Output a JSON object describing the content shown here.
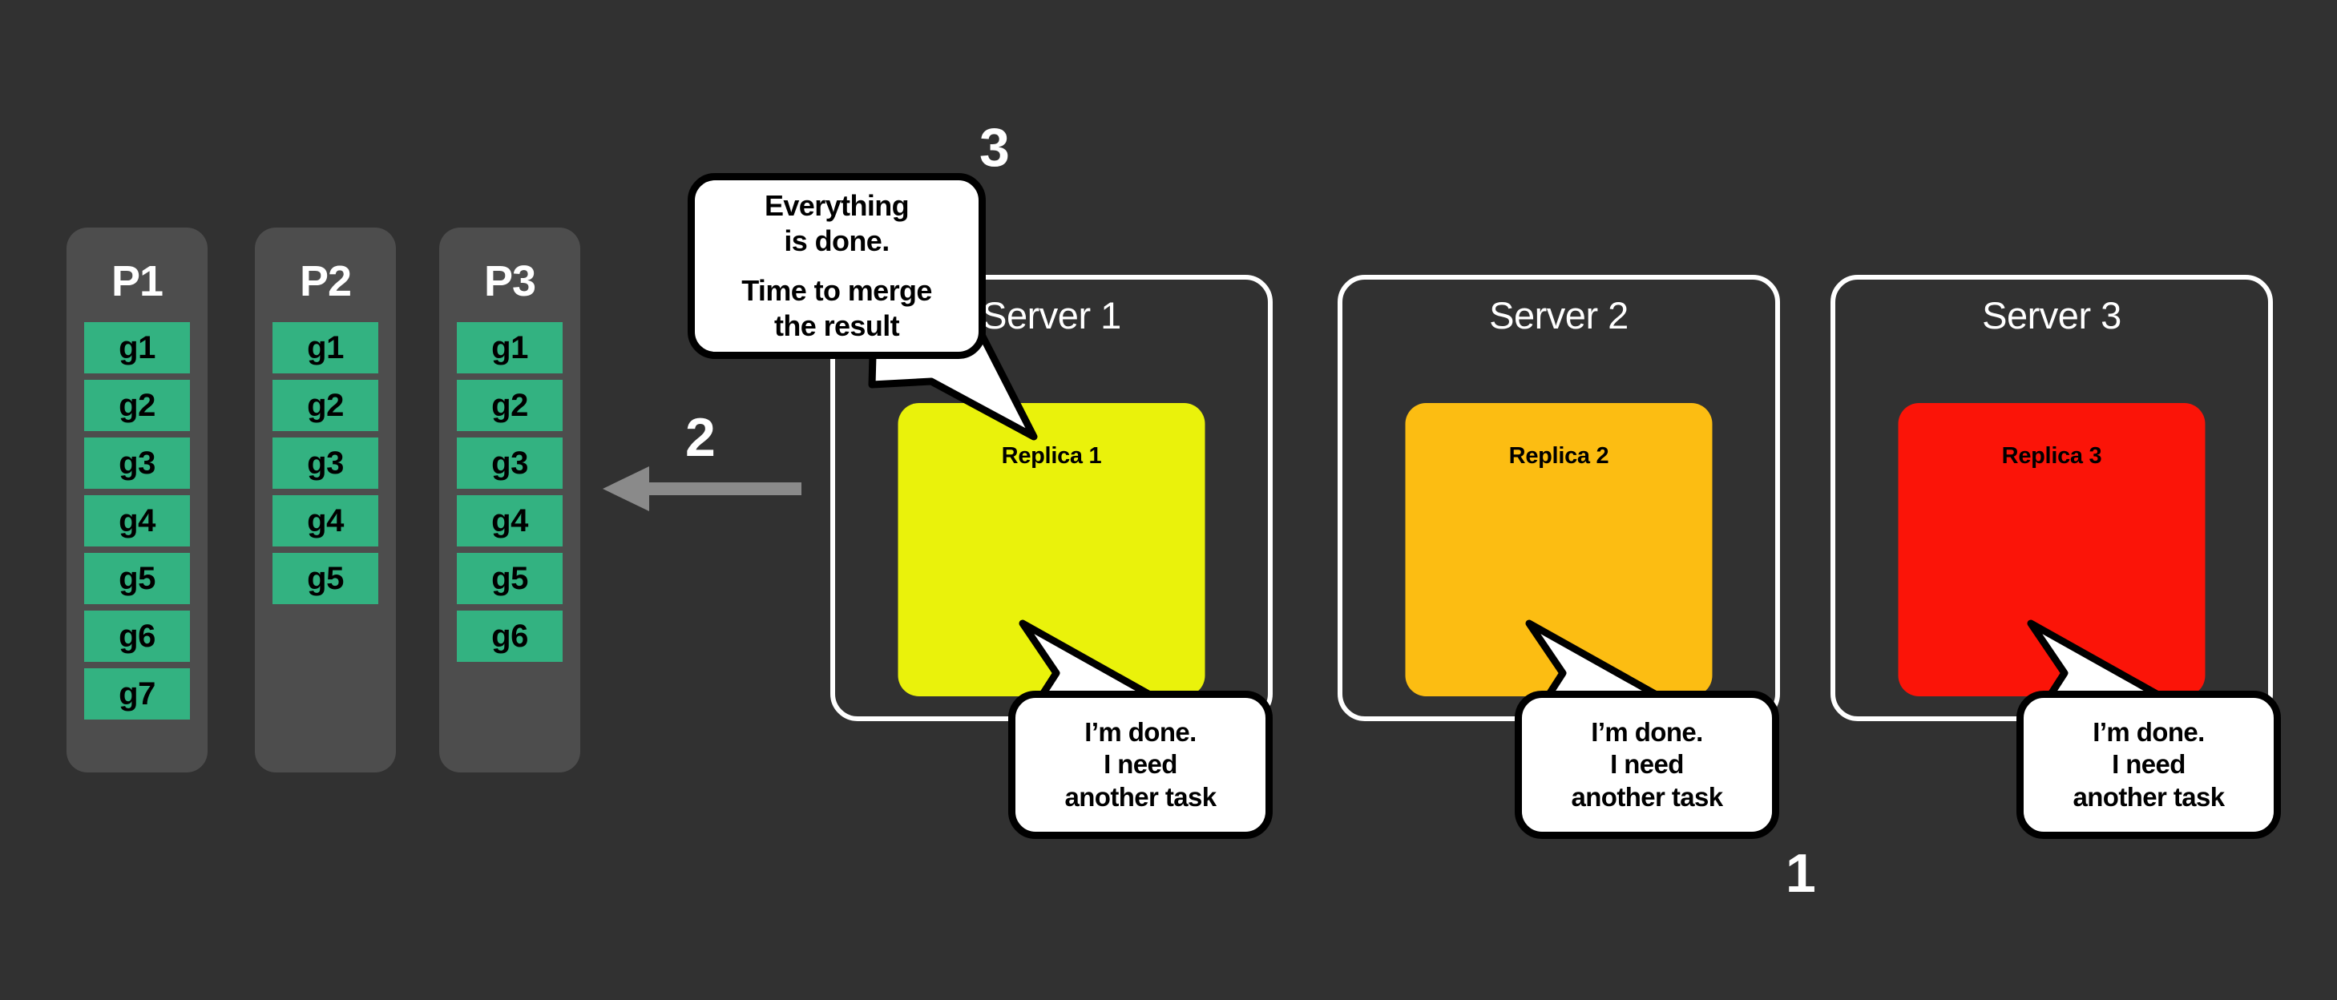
{
  "canvas": {
    "background": "#313131"
  },
  "partitions": [
    {
      "title": "P1",
      "groups": [
        "g1",
        "g2",
        "g3",
        "g4",
        "g5",
        "g6",
        "g7"
      ]
    },
    {
      "title": "P2",
      "groups": [
        "g1",
        "g2",
        "g3",
        "g4",
        "g5"
      ]
    },
    {
      "title": "P3",
      "groups": [
        "g1",
        "g2",
        "g3",
        "g4",
        "g5",
        "g6"
      ]
    }
  ],
  "servers": [
    {
      "title": "Server 1",
      "replica_label": "Replica 1",
      "replica_color": "#eaf20b"
    },
    {
      "title": "Server 2",
      "replica_label": "Replica 2",
      "replica_color": "#fcbd12"
    },
    {
      "title": "Server 3",
      "replica_label": "Replica 3",
      "replica_color": "#fb1408"
    }
  ],
  "bubbles": {
    "merge": {
      "line1": "Everything",
      "line2": "is done.",
      "line3": "Time to merge",
      "line4": "the result"
    },
    "done": {
      "line1": "I’m done.",
      "line2": "I need",
      "line3": "another task"
    }
  },
  "steps": {
    "one": "1",
    "two": "2",
    "three": "3"
  },
  "colors": {
    "group_green": "#33b281",
    "partition_gray": "#4d4d4d",
    "arrow_gray": "#8a8a8a",
    "server_border": "#ffffff",
    "bubble_fill": "#ffffff",
    "bubble_stroke": "#000000"
  },
  "arrow": {
    "direction": "left",
    "name": "merge-arrow"
  }
}
